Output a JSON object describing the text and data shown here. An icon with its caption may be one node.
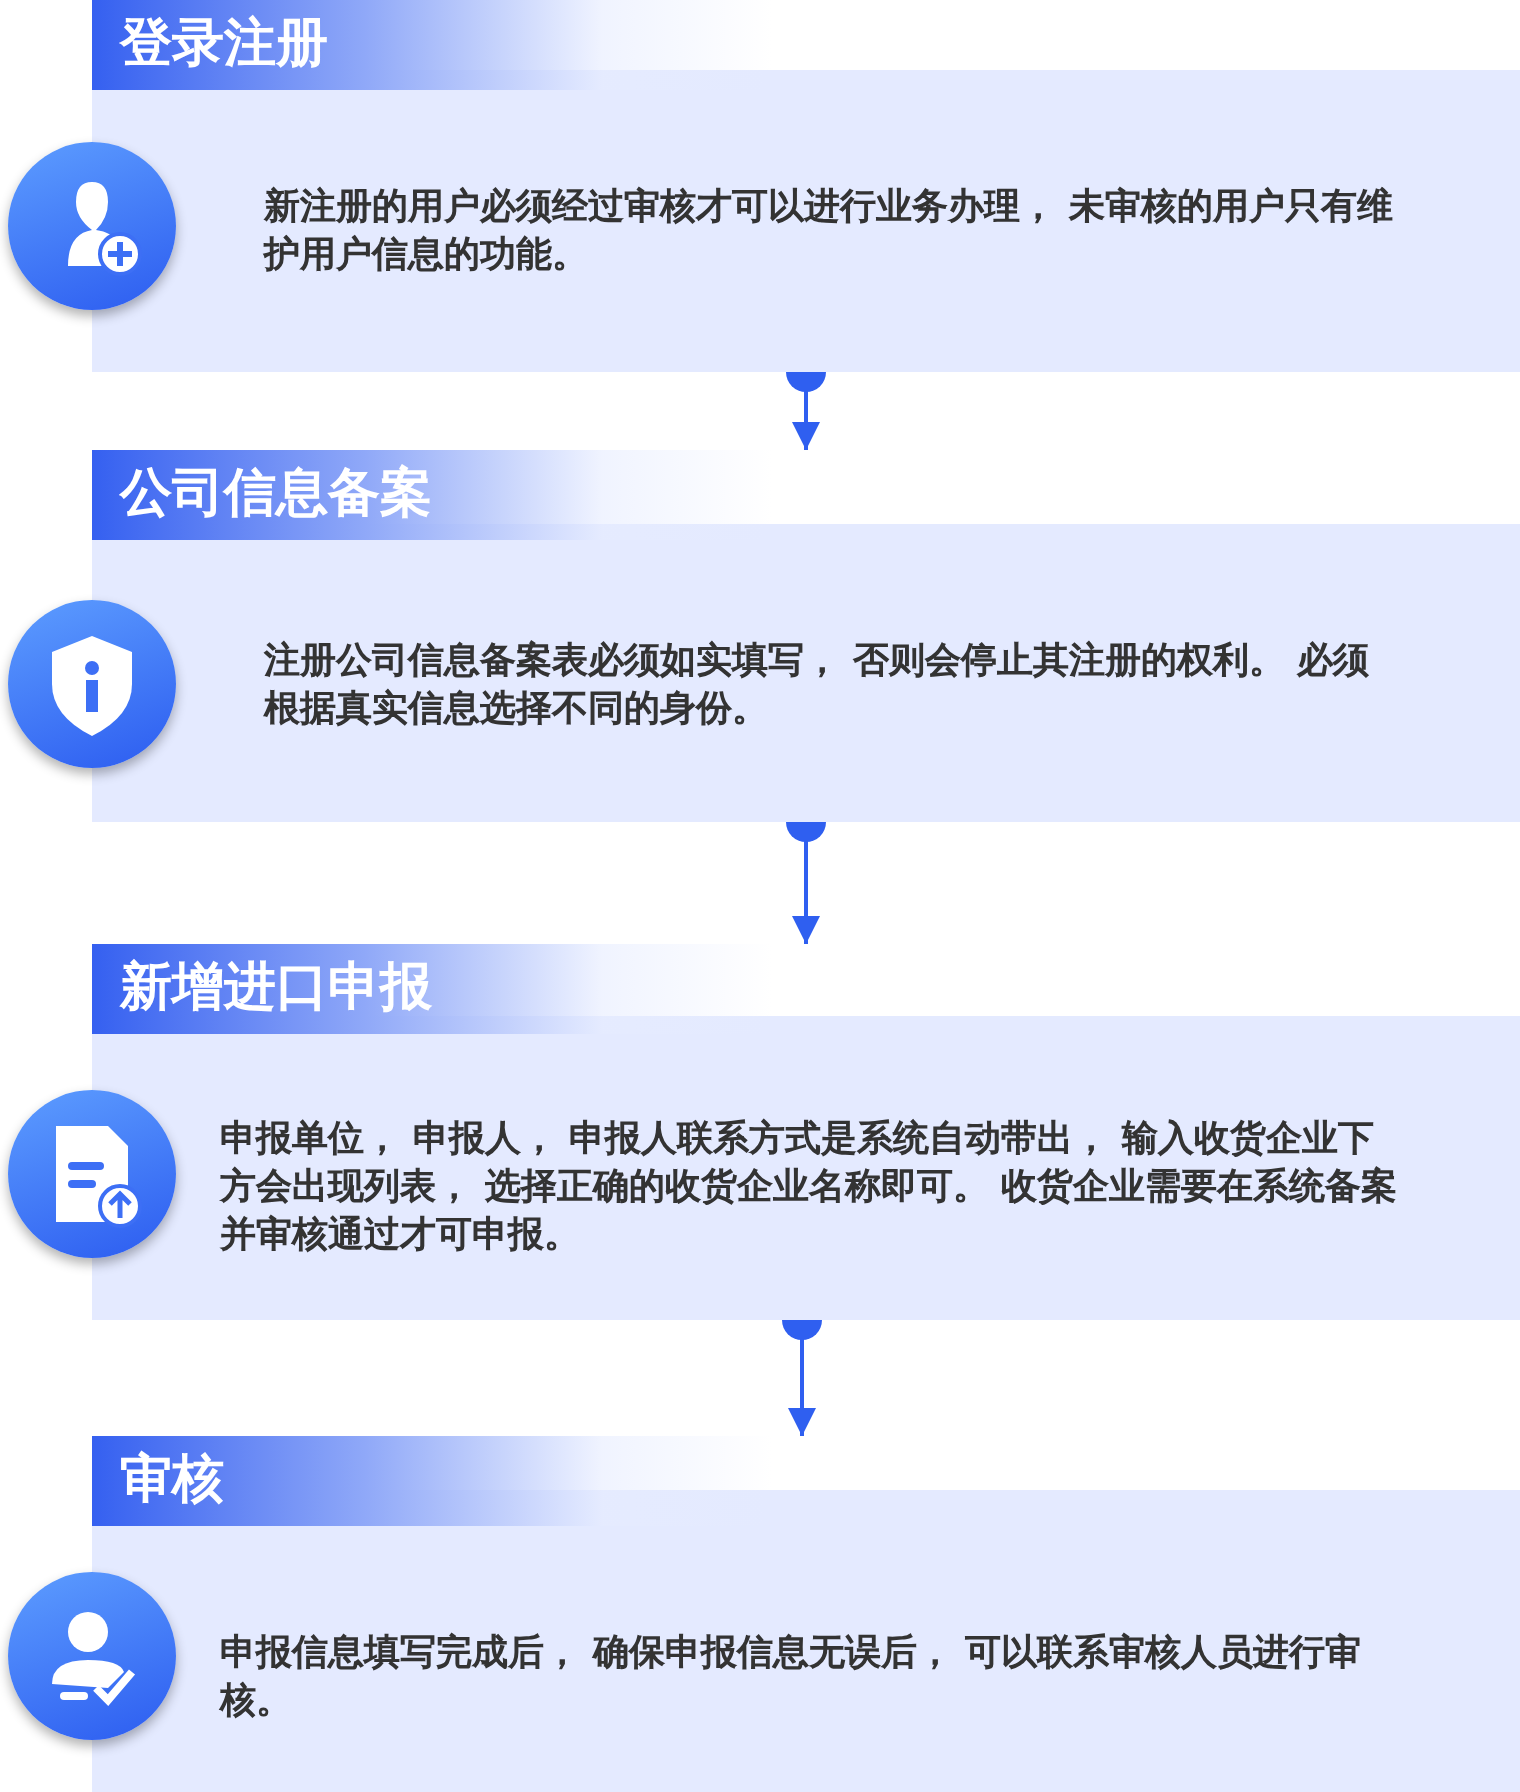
{
  "diagram": {
    "nodes": [
      {
        "text": [
          "登录注册",
          "新注册的用户必须经过审核才可以进行业务办理， 未审核的用户只有维护用户信息的功能。"
        ]
      },
      {
        "text": [
          "公司信息备案",
          "注册公司信息备案表必须如实填写， 否则会停止其注册的权利。 必须根据真实信息选择不同的身份。"
        ]
      },
      {
        "text": [
          "新增进口申报",
          "申报单位， 申报人， 申报人联系方式是系统自动带出， 输入收货企业下方会出现列表， 选择正确的收货企业名称即可。 收货企业需要在系统备案并审核通过才可申报。"
        ]
      },
      {
        "text": [
          "审核",
          "申报信息填写完成后， 确保申报信息无误后， 可以联系审核人员进行审核。"
        ]
      }
    ],
    "edges": [
      {
        "from": 0,
        "to": 1,
        "arrow": "to"
      },
      {
        "from": 1,
        "to": 2,
        "arrow": "to"
      },
      {
        "from": 2,
        "to": 3,
        "arrow": "to"
      }
    ]
  }
}
